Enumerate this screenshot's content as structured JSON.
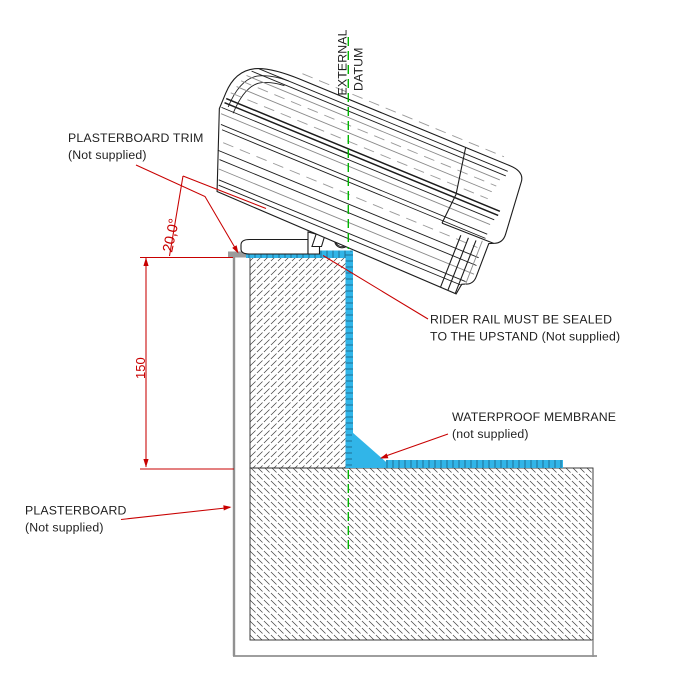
{
  "labels": {
    "plasterboard_trim": {
      "line1": "PLASTERBOARD TRIM",
      "line2": "(Not supplied)"
    },
    "external_datum": {
      "line1": "EXTERNAL",
      "line2": "DATUM"
    },
    "rider_rail": {
      "line1": "RIDER RAIL MUST BE SEALED",
      "line2": "TO THE UPSTAND (Not supplied)"
    },
    "waterproof_membrane": {
      "line1": "WATERPROOF MEMBRANE",
      "line2": "(not supplied)"
    },
    "plasterboard": {
      "line1": "PLASTERBOARD",
      "line2": "(Not supplied)"
    }
  },
  "dimensions": {
    "roof_pitch_angle": "20,0°",
    "upstand_height": "150"
  },
  "colors": {
    "dimension_red": "#c80000",
    "membrane_blue": "#31b5e8",
    "datum_green": "#00b400",
    "drawing_black": "#1c1c1c",
    "plasterboard_gray": "#919191"
  }
}
